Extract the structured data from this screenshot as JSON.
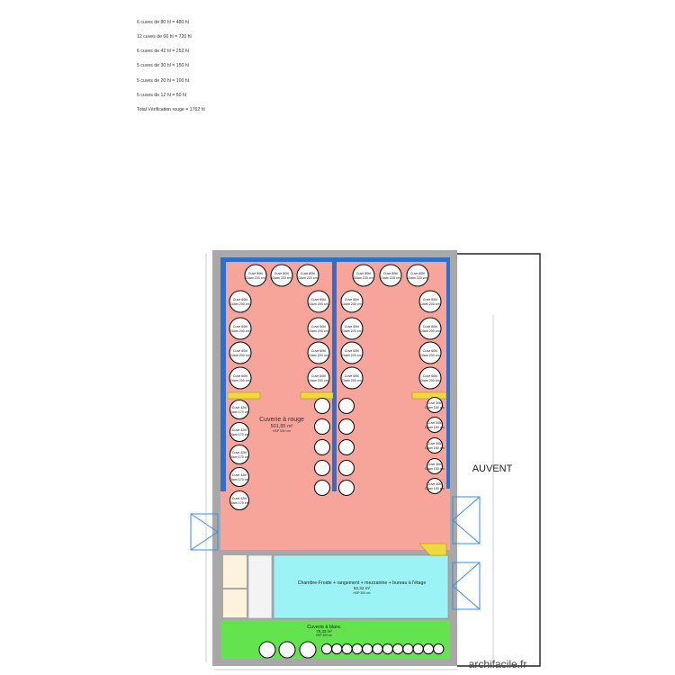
{
  "header_notes": [
    "6 cuves de 80 hl = 480 hl",
    "12 cuves de 60 hl = 720 hl",
    "6 cuves de 42 hl = 252 hl",
    "5 cuves de 30 hl = 150 hl",
    "5 cuves de 20 hl = 100 hl",
    "5 cuves de 12 hl = 60 hl",
    "Total Vérification rouge = 1762 hl"
  ],
  "rooms": {
    "cuverie_rouge": {
      "name": "Cuverie à rouge",
      "area": "501,85 m²",
      "hsp": "HSP 530 cm"
    },
    "chambre_froide": {
      "name": "Chambre-Froide + rangement + mezzanine + bureau à l'étage",
      "area": "62,32 m²",
      "hsp": "HSP 300 cm"
    },
    "cuverie_blanc": {
      "name": "Cuverie à blanc",
      "area": "79,33 m²",
      "hsp": "HSP 300 cm"
    },
    "auvent": {
      "name": "AUVENT"
    }
  },
  "tank_labels": {
    "cuve_80": [
      "Cuve 80hl",
      "Diam 220 cm"
    ],
    "cuve_60": [
      "Cuve 60hl",
      "Diam 200 cm"
    ],
    "cuve_42": [
      "Cuve 42hl",
      "Diam 170 cm"
    ],
    "cuve_30": [
      "Cuve 30hl",
      "Diam 150 cm"
    ]
  },
  "watermark": "archifacile.fr",
  "colors": {
    "rouge_room": "#f7a59a",
    "chambre_froide": "#9bf3f5",
    "blanc_room": "#63e34e",
    "wall": "#a8a8a8",
    "blue_strip": "#2c6fd1",
    "stairs": "#f0d840",
    "door_window": "#3a8ee6"
  }
}
